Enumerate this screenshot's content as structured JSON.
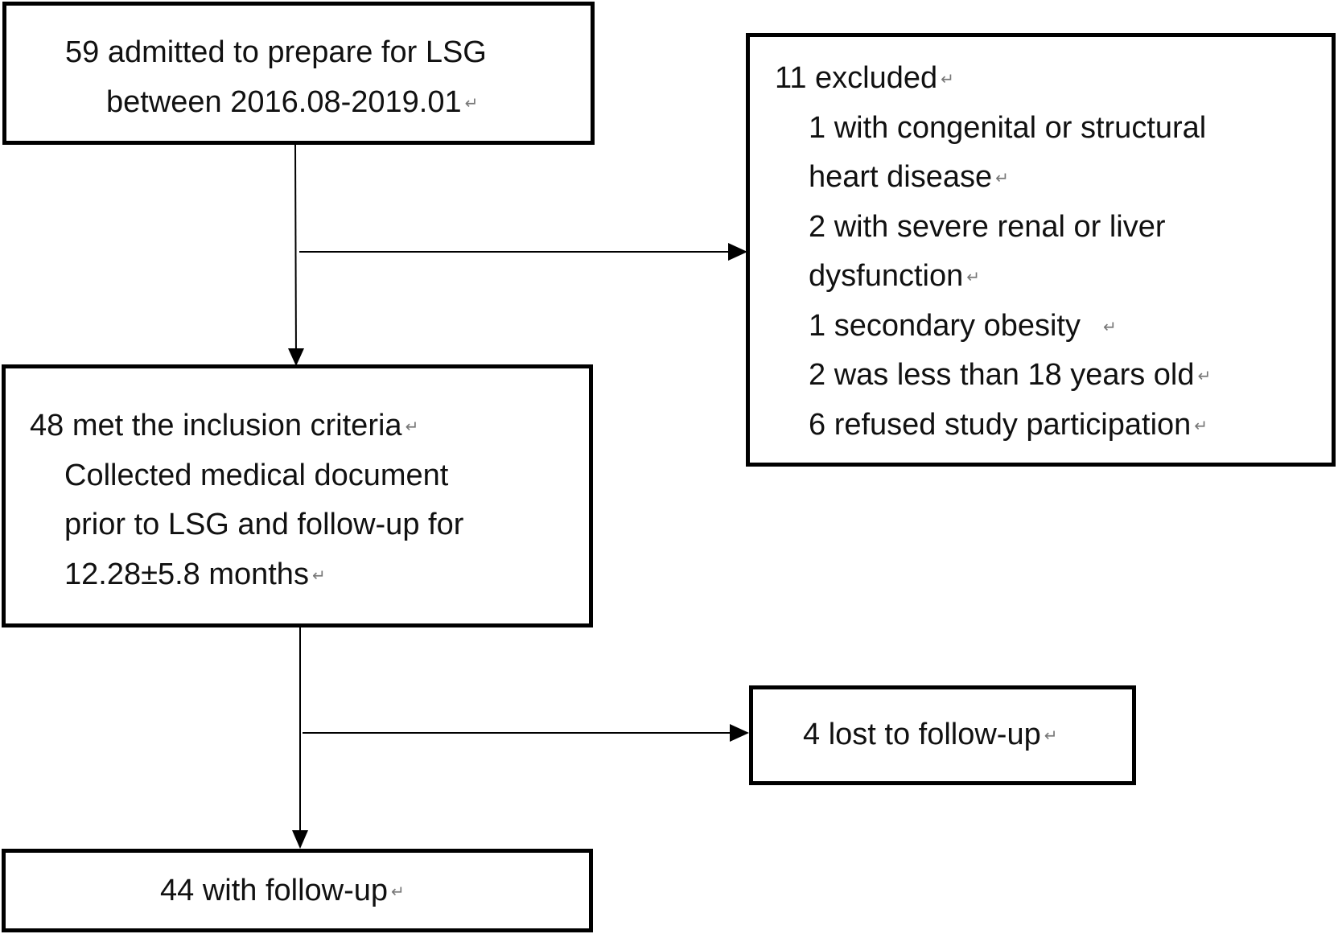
{
  "box_admitted": {
    "lines": [
      "59 admitted to prepare for LSG",
      "between 2016.08-2019.01"
    ]
  },
  "box_excluded": {
    "title": "11 excluded",
    "items": [
      "1 with congenital or structural",
      "heart disease",
      "2 with severe renal or liver",
      "dysfunction",
      "1 secondary obesity",
      "2 was less than 18 years old",
      "6 refused study participation"
    ]
  },
  "box_included": {
    "title": "48 met the inclusion criteria",
    "lines": [
      "Collected medical document",
      "prior to LSG and follow-up for",
      "12.28±5.8 months"
    ]
  },
  "box_lost": {
    "label": "4 lost to follow-up"
  },
  "box_followup": {
    "label": "44 with follow-up"
  },
  "paragraph_mark": "↵"
}
